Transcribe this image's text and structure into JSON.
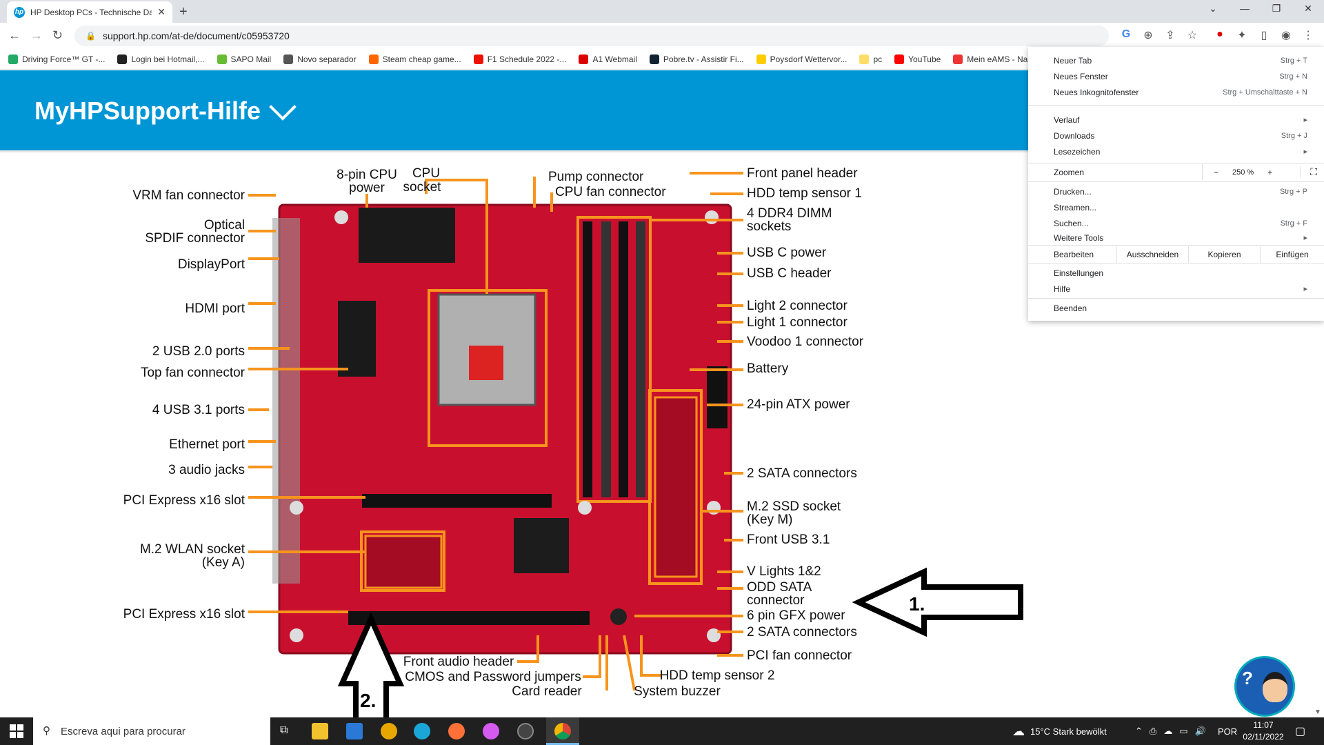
{
  "browser": {
    "tab_title": "HP Desktop PCs - Technische Dat",
    "tab_close": "✕",
    "new_tab": "+",
    "url": "support.hp.com/at-de/document/c05953720",
    "window_controls": [
      "⌄",
      "—",
      "❐",
      "✕"
    ]
  },
  "bookmarks": [
    {
      "label": "Driving Force™ GT -...",
      "color": "#2a6"
    },
    {
      "label": "Login bei Hotmail,...",
      "color": "#222"
    },
    {
      "label": "SAPO Mail",
      "color": "#6b3"
    },
    {
      "label": "Novo separador",
      "color": "#555"
    },
    {
      "label": "Steam cheap game...",
      "color": "#f60"
    },
    {
      "label": "F1 Schedule 2022 -...",
      "color": "#e10"
    },
    {
      "label": "A1 Webmail",
      "color": "#d00"
    },
    {
      "label": "Pobre.tv - Assistir Fi...",
      "color": "#123"
    },
    {
      "label": "Poysdorf Wettervor...",
      "color": "#fc0"
    },
    {
      "label": "pc",
      "color": "#fd6"
    },
    {
      "label": "YouTube",
      "color": "#f00"
    },
    {
      "label": "Mein eAMS - Na",
      "color": "#e33"
    }
  ],
  "page": {
    "header_title": "MyHPSupport-Hilfe"
  },
  "diagram": {
    "left_labels": [
      "VRM fan connector",
      "Optical",
      "SPDIF connector",
      "DisplayPort",
      "HDMI port",
      "2 USB 2.0 ports",
      "Top fan connector",
      "4 USB 3.1 ports",
      "Ethernet port",
      "3 audio jacks",
      "PCI Express x16 slot",
      "M.2 WLAN socket",
      "(Key A)",
      "PCI Express x16 slot"
    ],
    "top_labels": [
      "8-pin CPU",
      "power",
      "CPU",
      "socket",
      "Pump connector",
      "CPU fan connector"
    ],
    "right_labels": [
      "Front panel header",
      "HDD temp sensor 1",
      "4 DDR4 DIMM",
      "sockets",
      "USB C power",
      "USB C header",
      "Light 2 connector",
      "Light 1 connector",
      "Voodoo 1 connector",
      "Battery",
      "24-pin ATX power",
      "2 SATA connectors",
      "M.2 SSD socket",
      "(Key M)",
      "Front USB 3.1",
      "V Lights 1&2",
      "ODD SATA",
      "connector",
      "6 pin GFX power",
      "2 SATA connectors",
      "PCI fan connector"
    ],
    "bottom_labels": [
      "Front audio header",
      "CMOS and Password jumpers",
      "Card reader",
      "HDD temp sensor 2",
      "System buzzer"
    ],
    "arrow1_label": "1.",
    "arrow2_label": "2."
  },
  "menu": {
    "items": [
      {
        "label": "Neuer Tab",
        "shortcut": "Strg + T"
      },
      {
        "label": "Neues Fenster",
        "shortcut": "Strg + N"
      },
      {
        "label": "Neues Inkognitofenster",
        "shortcut": "Strg + Umschalttaste + N"
      },
      {
        "label": "Verlauf",
        "shortcut": "▸"
      },
      {
        "label": "Downloads",
        "shortcut": "Strg + J"
      },
      {
        "label": "Lesezeichen",
        "shortcut": "▸"
      },
      {
        "label": "Drucken...",
        "shortcut": "Strg + P"
      },
      {
        "label": "Streamen...",
        "shortcut": ""
      },
      {
        "label": "Suchen...",
        "shortcut": "Strg + F"
      },
      {
        "label": "Weitere Tools",
        "shortcut": "▸"
      },
      {
        "label": "Einstellungen",
        "shortcut": ""
      },
      {
        "label": "Hilfe",
        "shortcut": "▸"
      },
      {
        "label": "Beenden",
        "shortcut": ""
      }
    ],
    "zoom_label": "Zoomen",
    "zoom_minus": "−",
    "zoom_value": "250 %",
    "zoom_plus": "+",
    "fullscreen": "⛶",
    "edit_label": "Bearbeiten",
    "cut": "Ausschneiden",
    "copy": "Kopieren",
    "paste": "Einfügen"
  },
  "taskbar": {
    "search_placeholder": "Escreva aqui para procurar",
    "weather": "15°C  Stark bewölkt",
    "lang": "POR",
    "time": "11:07",
    "date": "02/11/2022"
  },
  "colors": {
    "hp_blue": "#0096d6",
    "board_red": "#c8102e",
    "callout_orange": "#f7941d"
  }
}
